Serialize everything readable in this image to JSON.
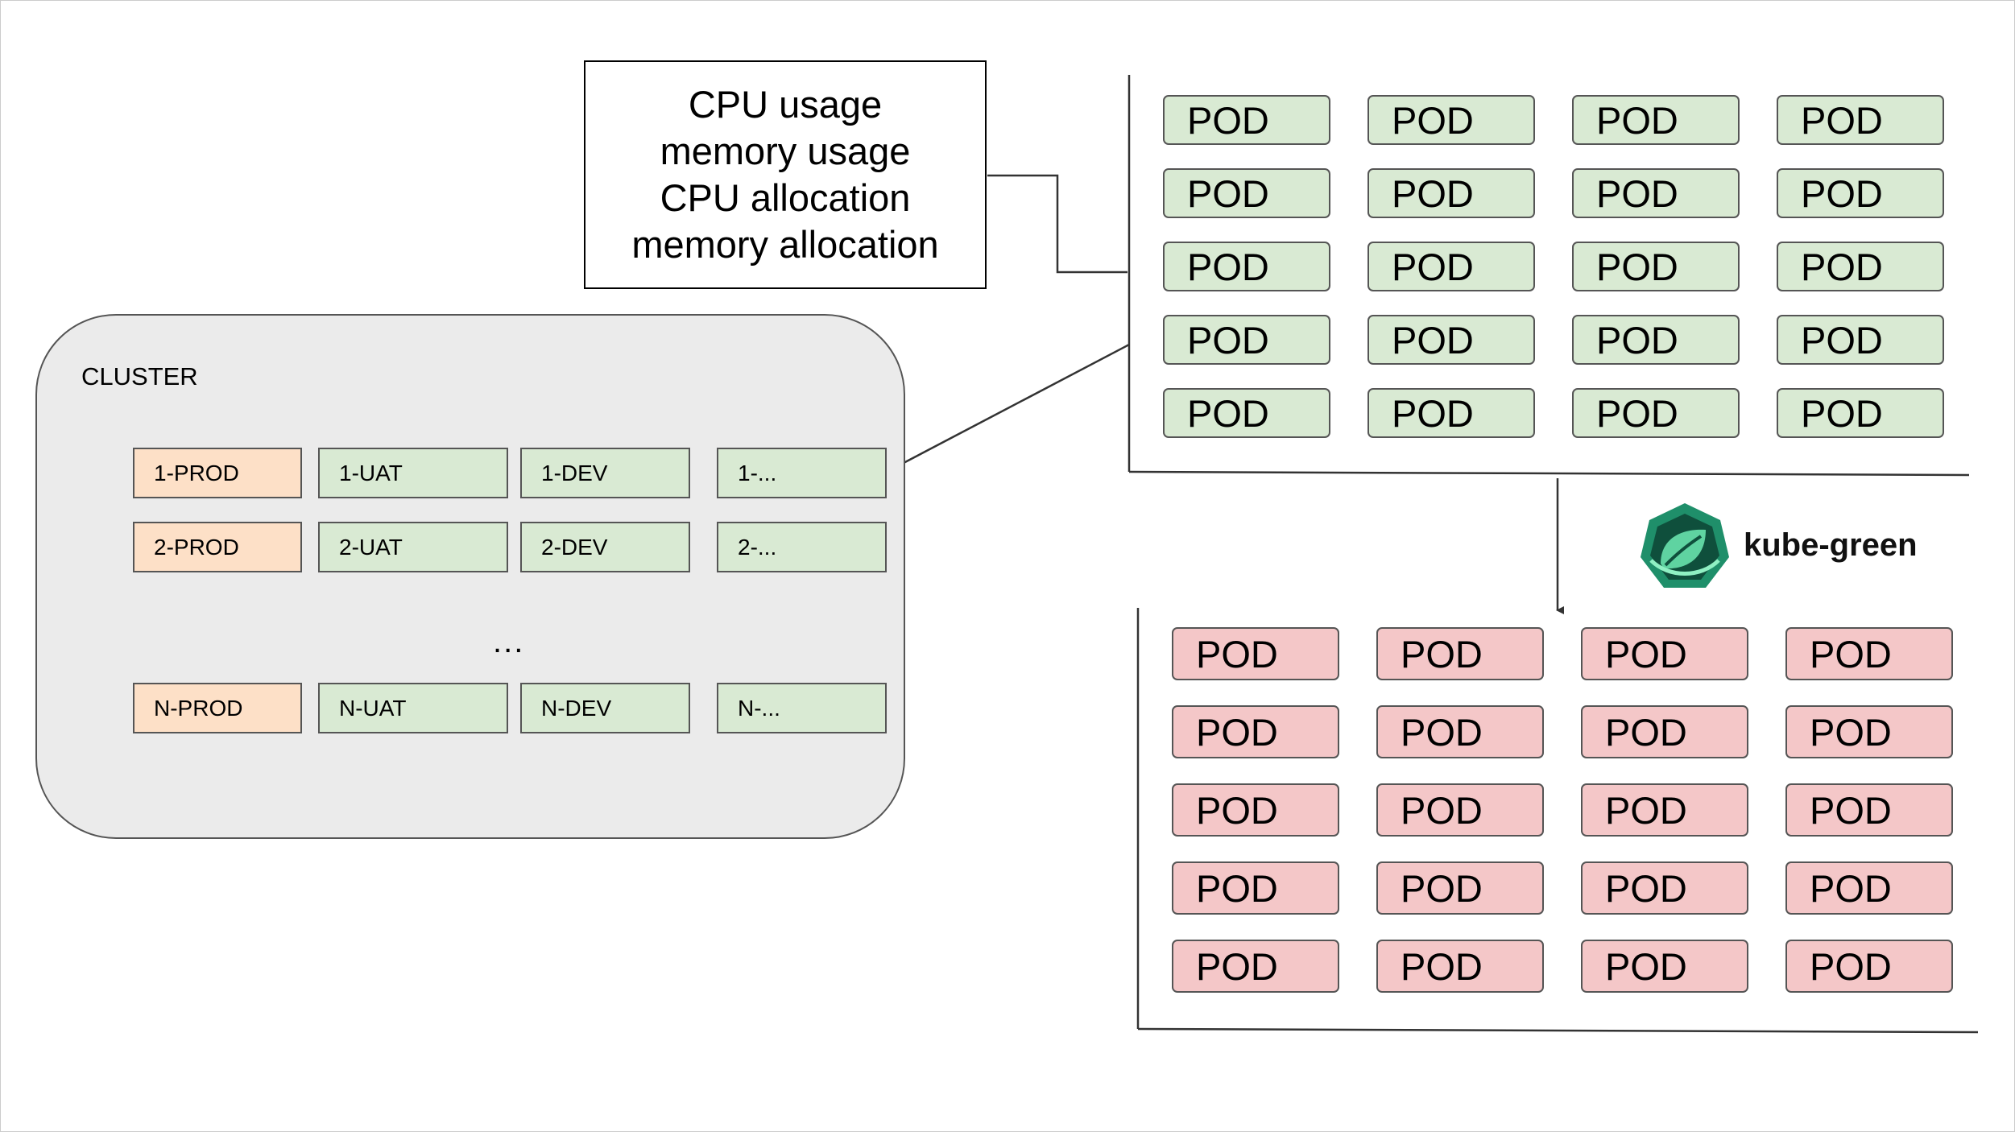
{
  "metrics": [
    "CPU usage",
    "memory usage",
    "CPU allocation",
    "memory allocation"
  ],
  "cluster": {
    "label": "CLUSTER",
    "rows": [
      [
        "1-PROD",
        "1-UAT",
        "1-DEV",
        "1-..."
      ],
      [
        "2-PROD",
        "2-UAT",
        "2-DEV",
        "2-..."
      ],
      [
        "N-PROD",
        "N-UAT",
        "N-DEV",
        "N-..."
      ]
    ],
    "ellipsis": "..."
  },
  "pods_active": {
    "label": "POD",
    "rows": 5,
    "cols": 4,
    "color": "#d9ead3"
  },
  "pods_sleeping": {
    "label": "POD",
    "rows": 5,
    "cols": 4,
    "color": "#f4c7c8"
  },
  "kube_green": {
    "name": "kube-green",
    "icon": "kube-green-logo-icon",
    "color": "#1f8f6a"
  }
}
